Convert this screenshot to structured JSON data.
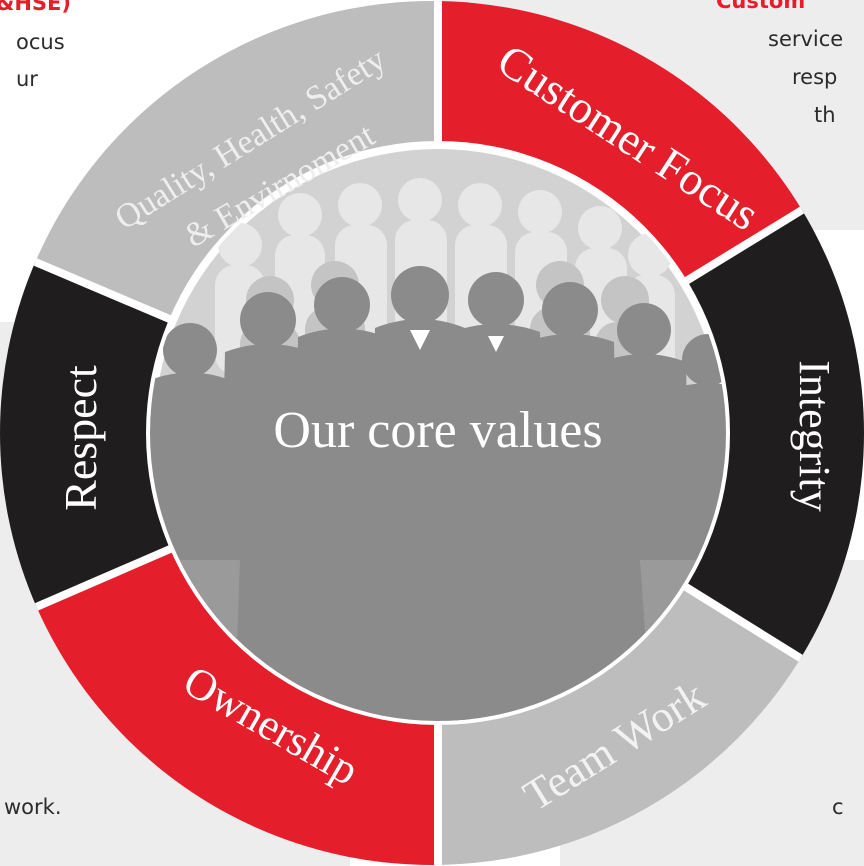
{
  "colors": {
    "red": "#e41e2b",
    "black": "#1f1d1e",
    "gray_segment": "#bdbdbd",
    "center": "#c8c8c8",
    "silhouette_front": "#8a8a8a",
    "silhouette_back": "#dcdcdc",
    "ring_border": "#ffffff",
    "panel_gray": "#ededed",
    "segment_text_light": "#ffffff",
    "segment_text_muted": "#eeeeee"
  },
  "center": {
    "title": "Our core values"
  },
  "segments": [
    {
      "label": "Customer Focus",
      "color": "red"
    },
    {
      "label": "Integrity",
      "color": "black"
    },
    {
      "label": "Team Work",
      "color": "gray"
    },
    {
      "label": "Ownership",
      "color": "red"
    },
    {
      "label": "Respect",
      "color": "black"
    },
    {
      "label_line1": "Quality, Health, Safety",
      "label_line2": "& Envirnoment",
      "color": "gray"
    }
  ],
  "edge_texts": {
    "top_left_heading": "&HSE)",
    "top_left_line1": "ocus",
    "top_left_line2": "ur",
    "top_right_heading": "Custom",
    "top_right_line1": "service",
    "top_right_line2": "resp",
    "top_right_line3": "th",
    "bottom_left": "work.",
    "bottom_right": "c"
  },
  "icons": {
    "people_silhouette": "people-crowd-illustration"
  }
}
